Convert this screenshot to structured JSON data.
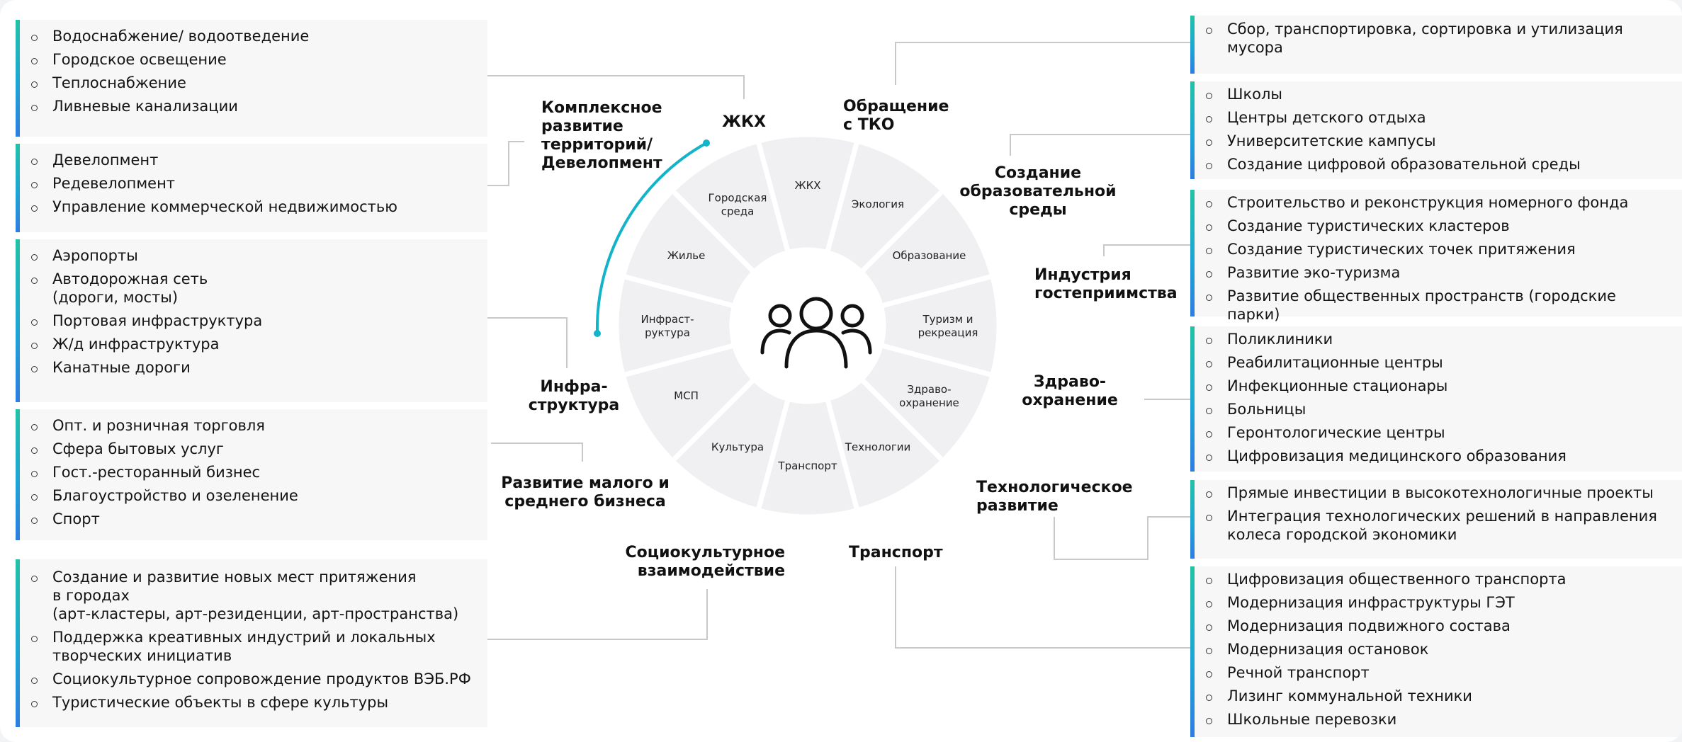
{
  "colors": {
    "accent_teal": "#22c2a6",
    "accent_blue": "#1ea5d6",
    "arc": "#13b3c8",
    "wheel_fill": "#f0f0f2",
    "connector": "#c9c9c9"
  },
  "wheel": {
    "center_icon": "people-group-icon",
    "segments": [
      "ЖКХ",
      "Экология",
      "Образование",
      "Туризм и\nрекреация",
      "Здраво-\nохранение",
      "Технологии",
      "Транспорт",
      "Культура",
      "МСП",
      "Инфраст-\nруктура",
      "Жилье",
      "Городская\nсреда"
    ]
  },
  "categories": {
    "zhkh": "ЖКХ",
    "complex": "Комплексное\nразвитие\nтерриторий/\nДевелопмент",
    "tko": "Обращение\nс ТКО",
    "education": "Создание\nобразовательной\nсреды",
    "hospitality": "Индустрия\nгостеприимства",
    "infra": "Инфра-\nструктура",
    "health": "Здраво-\nохранение",
    "sme": "Развитие малого и\nсреднего бизнеса",
    "tech": "Технологическое\nразвитие",
    "culture": "Социокультурное\nвзаимодействие",
    "transport": "Транспорт"
  },
  "left_boxes": [
    {
      "items": [
        "Водоснабжение/ водоотведение",
        "Городское освещение",
        "Теплоснабжение",
        "Ливневые канализации"
      ]
    },
    {
      "items": [
        "Девелопмент",
        "Редевелопмент",
        "Управление коммерческой недвижимостью"
      ]
    },
    {
      "items": [
        "Аэропорты",
        "Автодорожная сеть\n(дороги, мосты)",
        "Портовая инфраструктура",
        "Ж/д инфраструктура",
        "Канатные дороги"
      ]
    },
    {
      "items": [
        "Опт. и розничная торговля",
        "Сфера бытовых услуг",
        "Гост.-ресторанный бизнес",
        "Благоустройство и озеленение",
        "Спорт"
      ]
    },
    {
      "items": [
        "Создание и развитие новых мест притяжения\nв городах\n(арт-кластеры, арт-резиденции, арт-пространства)",
        "Поддержка креативных индустрий и локальных\nтворческих инициатив",
        "Социокультурное сопровождение продуктов ВЭБ.РФ",
        "Туристические объекты в сфере культуры"
      ]
    }
  ],
  "right_boxes": [
    {
      "items": [
        "Сбор, транспортировка, сортировка и утилизация\nмусора"
      ]
    },
    {
      "items": [
        "Школы",
        "Центры детского отдыха",
        "Университетские кампусы",
        "Создание цифровой образовательной среды"
      ]
    },
    {
      "items": [
        "Строительство и реконструкция номерного фонда",
        "Создание туристических кластеров",
        "Создание туристических точек притяжения",
        "Развитие эко-туризма",
        "Развитие общественных пространств (городские\nпарки)"
      ]
    },
    {
      "items": [
        "Поликлиники",
        "Реабилитационные центры",
        "Инфекционные стационары",
        "Больницы",
        "Геронтологические центры",
        "Цифровизация медицинского образования"
      ]
    },
    {
      "items": [
        "Прямые инвестиции в высокотехнологичные проекты",
        "Интеграция технологических решений в направления\nколеса городской экономики"
      ]
    },
    {
      "items": [
        "Цифровизация общественного транспорта",
        "Модернизация инфраструктуры ГЭТ",
        "Модернизация подвижного состава",
        "Модернизация остановок",
        "Речной транспорт",
        "Лизинг коммунальной техники",
        "Школьные перевозки"
      ]
    }
  ]
}
